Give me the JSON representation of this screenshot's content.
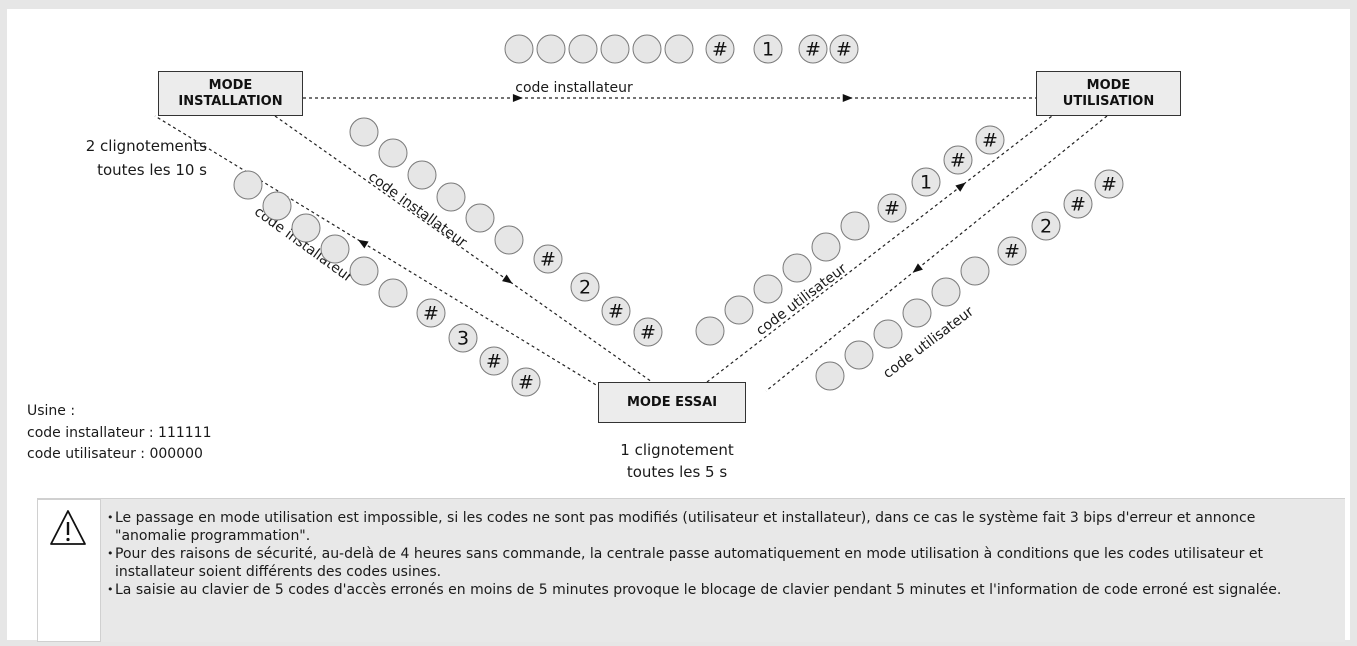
{
  "modes": {
    "installation": [
      "MODE",
      "INSTALLATION"
    ],
    "utilisation": [
      "MODE",
      "UTILISATION"
    ],
    "essai": "MODE ESSAI"
  },
  "notes": {
    "installation_blink": [
      "2 clignotements",
      "toutes les 10 s"
    ],
    "essai_blink": [
      "1 clignotement",
      "toutes les 5 s"
    ],
    "factory_title": "Usine :",
    "factory_installer": "code installateur : 111111",
    "factory_user": "code utilisateur : 000000"
  },
  "edge_labels": {
    "top": "code installateur",
    "install_to_essai": "code installateur",
    "essai_to_install": "code installateur",
    "essai_to_util": "code utilisateur",
    "util_to_essai": "code utilisateur"
  },
  "key_sequences": {
    "top": [
      "",
      "",
      "",
      "",
      "",
      "",
      "#",
      "1",
      "#",
      "#"
    ],
    "install_to_essai": [
      "",
      "",
      "",
      "",
      "",
      "",
      "#",
      "2",
      "#",
      "#"
    ],
    "essai_to_install": [
      "",
      "",
      "",
      "",
      "",
      "",
      "#",
      "3",
      "#",
      "#"
    ],
    "essai_to_util": [
      "",
      "",
      "",
      "",
      "",
      "",
      "#",
      "1",
      "#",
      "#"
    ],
    "util_to_essai": [
      "",
      "",
      "",
      "",
      "",
      "",
      "#",
      "2",
      "#",
      "#"
    ]
  },
  "warning": {
    "icon": "warning-triangle-icon",
    "items": [
      "Le passage en mode utilisation est impossible, si les codes ne sont pas modifiés (utilisateur et installateur), dans ce cas le système fait 3 bips d'erreur et annonce \"anomalie programmation\".",
      "Pour des raisons de sécurité, au-delà de 4 heures sans commande, la centrale passe automatiquement en mode utilisation à conditions que les codes utilisateur et installateur soient différents des codes usines.",
      "La saisie au clavier de 5 codes d'accès erronés en moins de 5 minutes provoque le blocage de clavier pendant 5 minutes et l'information de code erroné est signalée."
    ]
  }
}
